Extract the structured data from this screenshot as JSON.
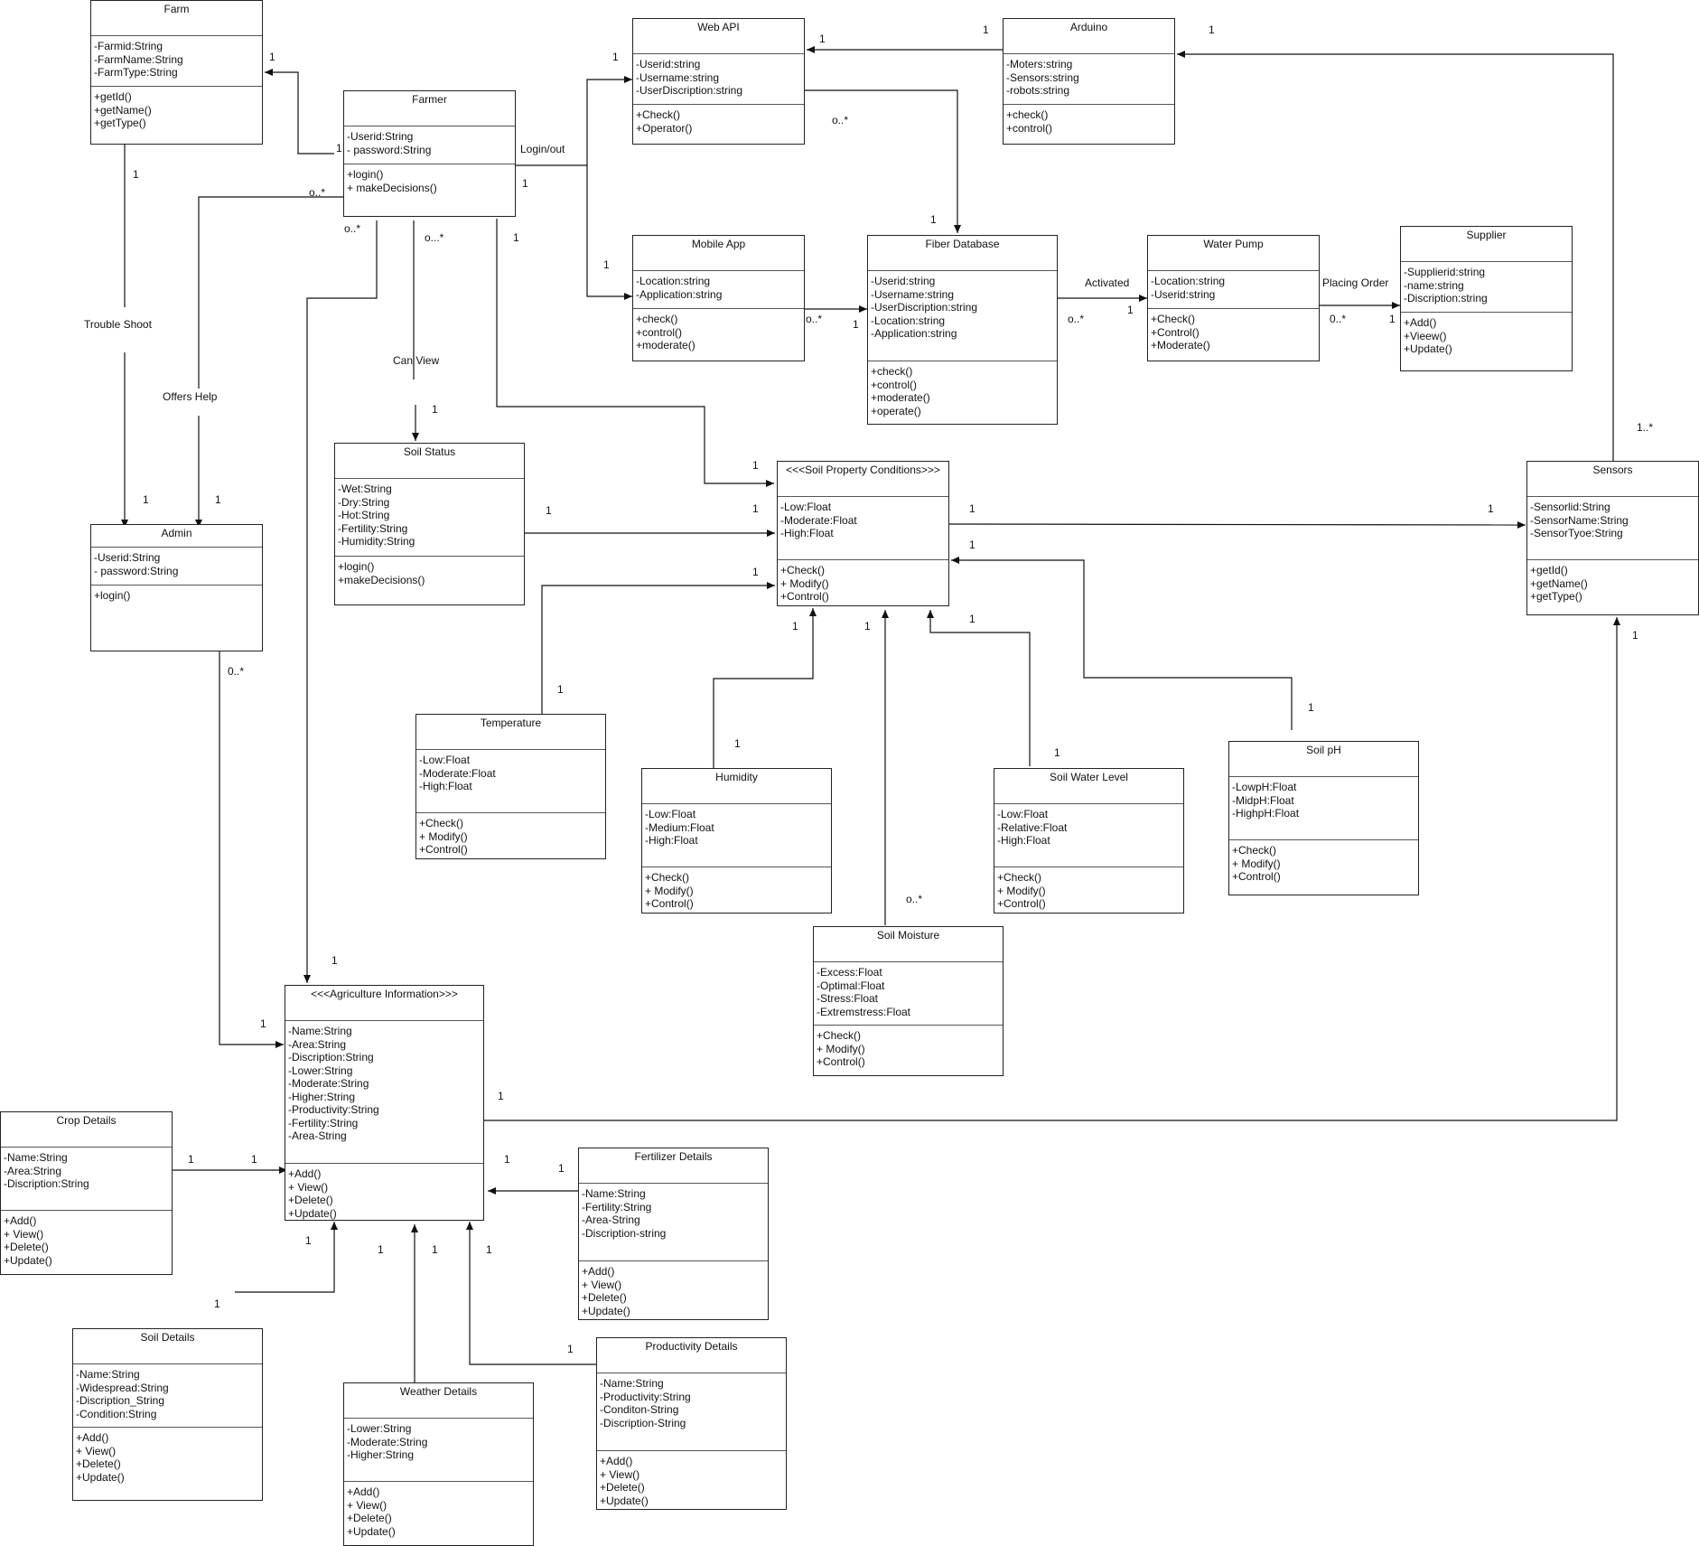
{
  "classes": {
    "farm": {
      "title": "Farm",
      "attributes": [
        "-Farmid:String",
        "-FarmName:String",
        "-FarmType:String"
      ],
      "methods": [
        "+getId()",
        "+getName()",
        "+getType()"
      ]
    },
    "farmer": {
      "title": "Farmer",
      "attributes": [
        "-Userid:String",
        "- password:String"
      ],
      "methods": [
        "+login()",
        "+ makeDecisions()"
      ]
    },
    "web_api": {
      "title": "Web API",
      "attributes": [
        "-Userid:string",
        "-Username:string",
        "-UserDiscription:string"
      ],
      "methods": [
        "+Check()",
        "+Operator()"
      ]
    },
    "arduino": {
      "title": "Arduino",
      "attributes": [
        "-Moters:string",
        "-Sensors:string",
        "-robots:string"
      ],
      "methods": [
        "+check()",
        "+control()"
      ]
    },
    "mobile_app": {
      "title": "Mobile App",
      "attributes": [
        "-Location:string",
        "-Application:string"
      ],
      "methods": [
        "+check()",
        "+control()",
        "+moderate()"
      ]
    },
    "fiber_database": {
      "title": "Fiber Database",
      "attributes": [
        "-Userid:string",
        "-Username:string",
        "-UserDiscription:string",
        "-Location:string",
        "-Application:string"
      ],
      "methods": [
        "+check()",
        "+control()",
        "+moderate()",
        "+operate()"
      ]
    },
    "water_pump": {
      "title": "Water Pump",
      "attributes": [
        "-Location:string",
        "-Userid:string"
      ],
      "methods": [
        "+Check()",
        "+Control()",
        "+Moderate()"
      ]
    },
    "supplier": {
      "title": "Supplier",
      "attributes": [
        "-Supplierid:string",
        "-name:string",
        "-Discription:string"
      ],
      "methods": [
        "+Add()",
        "+Vieew()",
        "+Update()"
      ]
    },
    "soil_status": {
      "title": "Soil Status",
      "attributes": [
        "-Wet:String",
        "-Dry:String",
        "-Hot:String",
        "-Fertility:String",
        "-Humidity:String"
      ],
      "methods": [
        "+login()",
        "+makeDecisions()"
      ]
    },
    "admin": {
      "title": "Admin",
      "attributes": [
        "-Userid:String",
        "- password:String"
      ],
      "methods": [
        "+login()"
      ]
    },
    "soil_property": {
      "title": "<<<Soil Property Conditions>>>",
      "attributes": [
        "-Low:Float",
        "-Moderate:Float",
        "-High:Float"
      ],
      "methods": [
        "+Check()",
        "+ Modify()",
        "+Control()"
      ]
    },
    "sensors": {
      "title": "Sensors",
      "attributes": [
        "-Sensorlid:String",
        "-SensorName:String",
        "-SensorTyoe:String"
      ],
      "methods": [
        "+getId()",
        "+getName()",
        "+getType()"
      ]
    },
    "temperature": {
      "title": "Temperature",
      "attributes": [
        "-Low:Float",
        "-Moderate:Float",
        "-High:Float"
      ],
      "methods": [
        "+Check()",
        "+ Modify()",
        "+Control()"
      ]
    },
    "humidity": {
      "title": "Humidity",
      "attributes": [
        "-Low:Float",
        "-Medium:Float",
        "-High:Float"
      ],
      "methods": [
        "+Check()",
        "+ Modify()",
        "+Control()"
      ]
    },
    "soil_water_level": {
      "title": "Soil Water Level",
      "attributes": [
        "-Low:Float",
        "-Relative:Float",
        "-High:Float"
      ],
      "methods": [
        "+Check()",
        "+ Modify()",
        "+Control()"
      ]
    },
    "soil_ph": {
      "title": "Soil pH",
      "attributes": [
        "-LowpH:Float",
        "-MidpH:Float",
        "-HighpH:Float"
      ],
      "methods": [
        "+Check()",
        "+ Modify()",
        "+Control()"
      ]
    },
    "soil_moisture": {
      "title": "Soil Moisture",
      "attributes": [
        "-Excess:Float",
        "-Optimal:Float",
        "-Stress:Float",
        "-Extremstress:Float"
      ],
      "methods": [
        "+Check()",
        "+ Modify()",
        "+Control()"
      ]
    },
    "agri_info": {
      "title": "<<<Agriculture Information>>>",
      "attributes": [
        "-Name:String",
        "-Area:String",
        "-Discription:String",
        "-Lower:String",
        "-Moderate:String",
        "-Higher:String",
        "-Productivity:String",
        "-Fertility:String",
        "-Area-String"
      ],
      "methods": [
        "+Add()",
        "+ View()",
        "+Delete()",
        "+Update()"
      ]
    },
    "crop_details": {
      "title": "Crop Details",
      "attributes": [
        "-Name:String",
        "-Area:String",
        "-Discription:String"
      ],
      "methods": [
        "+Add()",
        "+ View()",
        "+Delete()",
        "+Update()"
      ]
    },
    "fertilizer_details": {
      "title": "Fertilizer Details",
      "attributes": [
        "-Name:String",
        "-Fertility:String",
        "-Area-String",
        "-Discription-string"
      ],
      "methods": [
        "+Add()",
        "+ View()",
        "+Delete()",
        "+Update()"
      ]
    },
    "soil_details": {
      "title": "Soil Details",
      "attributes": [
        "-Name:String",
        "-Widespread:String",
        "-Discription_String",
        "-Condition:String"
      ],
      "methods": [
        "+Add()",
        "+ View()",
        "+Delete()",
        "+Update()"
      ]
    },
    "weather_details": {
      "title": "Weather Details",
      "attributes": [
        "-Lower:String",
        "-Moderate:String",
        "-Higher:String"
      ],
      "methods": [
        "+Add()",
        "+ View()",
        "+Delete()",
        "+Update()"
      ]
    },
    "productivity_details": {
      "title": "Productivity Details",
      "attributes": [
        "-Name:String",
        "-Productivity:String",
        "-Conditon-String",
        "-Discription-String"
      ],
      "methods": [
        "+Add()",
        "+ View()",
        "+Delete()",
        "+Update()"
      ]
    }
  },
  "relation_labels": {
    "login_out": "Login/out",
    "trouble_shoot": "Trouble Shoot",
    "offers_help": "Offers Help",
    "can_view": "Can View",
    "activated": "Activated",
    "placing_order": "Placing Order"
  },
  "multiplicities": [
    "1",
    "1",
    "1",
    "o..*",
    "o..*",
    "o...*",
    "1",
    "1",
    "1",
    "1",
    "1",
    "o..*",
    "1",
    "1",
    "o..*",
    "1",
    "o..*",
    "1",
    "0..*",
    "1",
    "1",
    "1",
    "1",
    "1",
    "1",
    "1",
    "1",
    "1",
    "1",
    "1",
    "1..*",
    "1",
    "1",
    "1",
    "1",
    "1",
    "1",
    "1",
    "1",
    "o..*",
    "1",
    "1",
    "1",
    "1",
    "1",
    "1",
    "1",
    "1",
    "0..*",
    "1",
    "1",
    "1",
    "1",
    "1",
    "1"
  ]
}
